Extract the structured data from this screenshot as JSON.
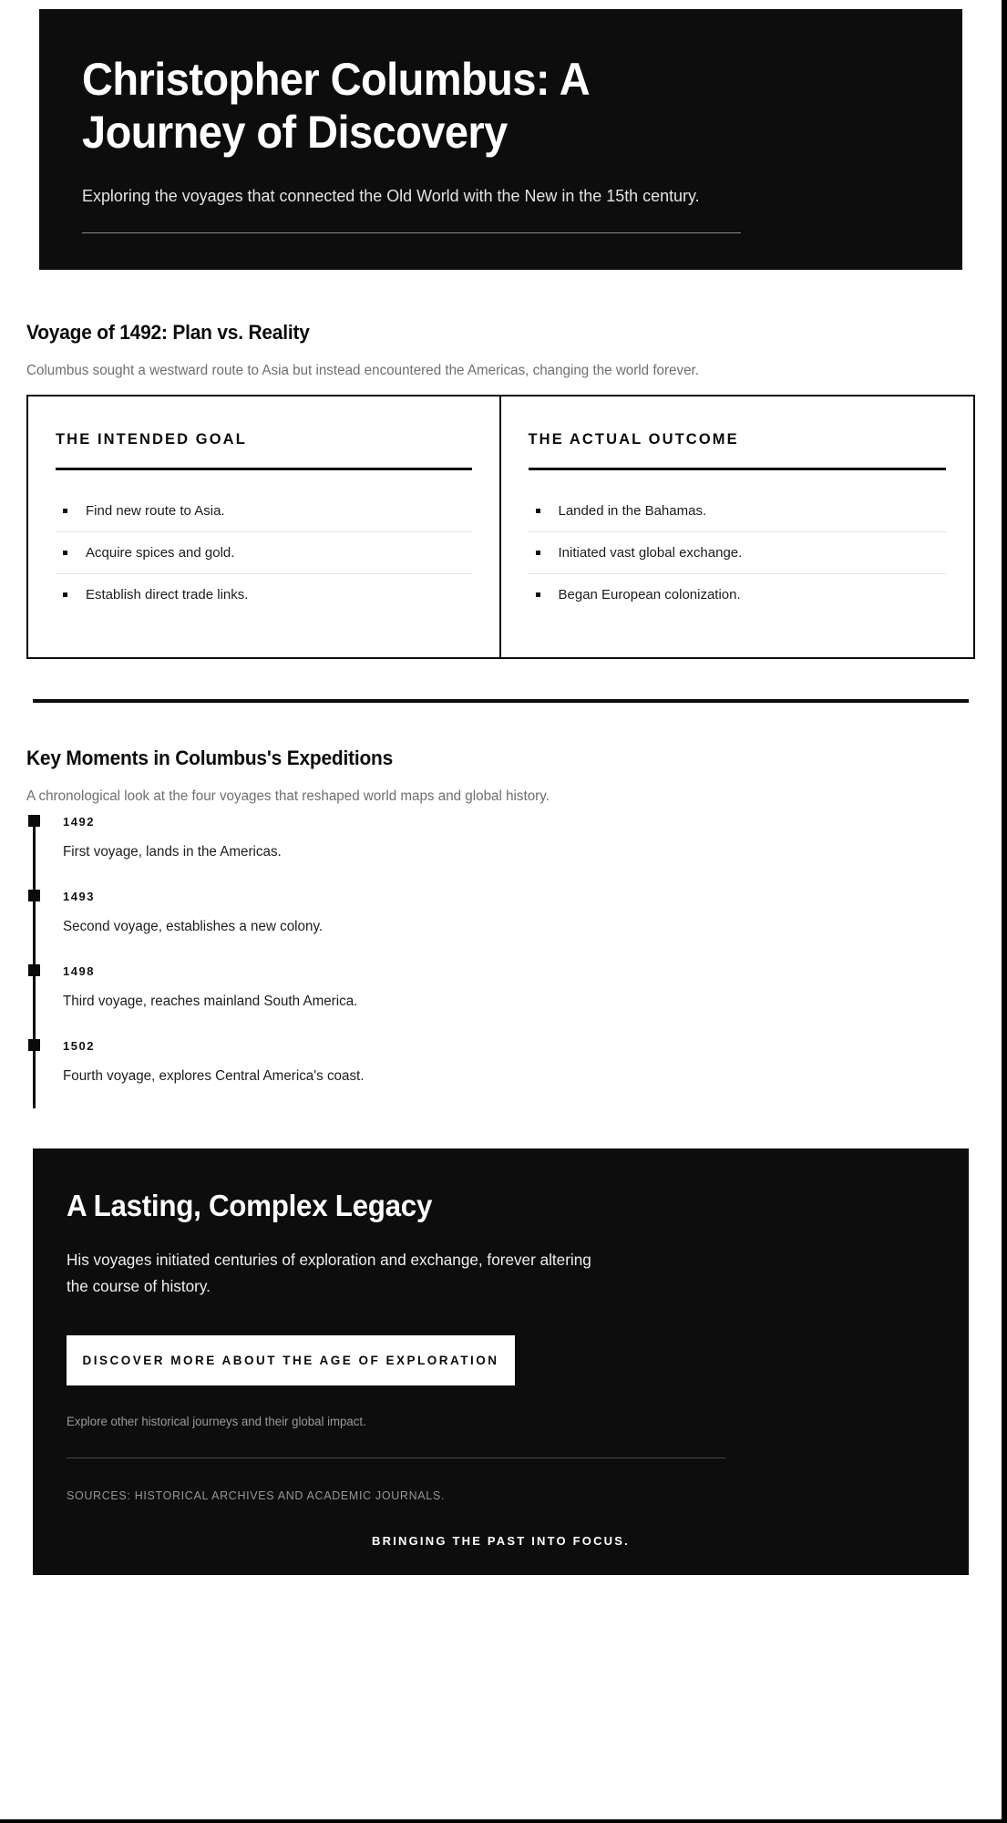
{
  "hero": {
    "title": "Christopher Columbus: A Journey of Discovery",
    "subtitle": "Exploring the voyages that connected the Old World with the New in the 15th century."
  },
  "comparison_section": {
    "title": "Voyage of 1492: Plan vs. Reality",
    "subtitle": "Columbus sought a westward route to Asia but instead encountered the Americas, changing the world forever.",
    "columns": [
      {
        "heading": "THE INTENDED GOAL",
        "items": [
          "Find new route to Asia.",
          "Acquire spices and gold.",
          "Establish direct trade links."
        ]
      },
      {
        "heading": "THE ACTUAL OUTCOME",
        "items": [
          "Landed in the Bahamas.",
          "Initiated vast global exchange.",
          "Began European colonization."
        ]
      }
    ]
  },
  "timeline_section": {
    "title": "Key Moments in Columbus's Expeditions",
    "subtitle": "A chronological look at the four voyages that reshaped world maps and global history.",
    "items": [
      {
        "year": "1492",
        "text": "First voyage, lands in the Americas."
      },
      {
        "year": "1493",
        "text": "Second voyage, establishes a new colony."
      },
      {
        "year": "1498",
        "text": "Third voyage, reaches mainland South America."
      },
      {
        "year": "1502",
        "text": "Fourth voyage, explores Central America's coast."
      }
    ]
  },
  "legacy_section": {
    "title": "A Lasting, Complex Legacy",
    "body": "His voyages initiated centuries of exploration and exchange, forever altering the course of history.",
    "cta_label": "DISCOVER MORE ABOUT THE AGE OF EXPLORATION",
    "note": "Explore other historical journeys and their global impact.",
    "sources": "SOURCES: HISTORICAL ARCHIVES AND ACADEMIC JOURNALS.",
    "tagline": "BRINGING THE PAST INTO FOCUS."
  },
  "colors": {
    "background": "#ffffff",
    "dark_panel": "#0d0d0d",
    "text_primary": "#111111",
    "text_muted": "#6f6f6f",
    "rule": "#0b0b0b"
  }
}
